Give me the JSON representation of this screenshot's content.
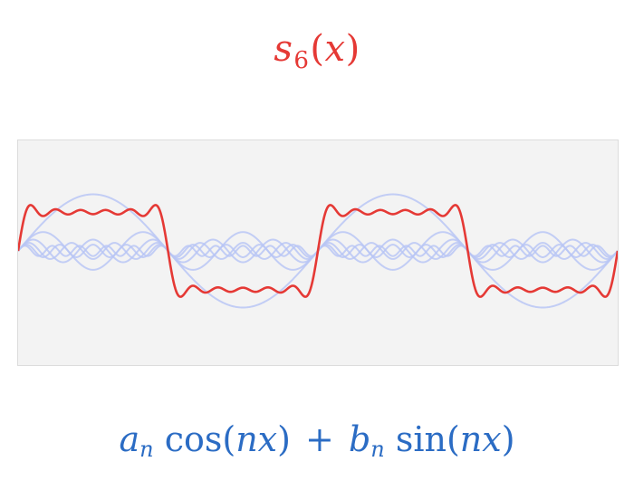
{
  "top_label": {
    "var": "s",
    "sub": "6",
    "open": "(",
    "arg": "x",
    "close": ")"
  },
  "bottom_label": {
    "a": "a",
    "a_sub": "n",
    "cos": "cos(",
    "n1": "nx",
    "close1": ")",
    "plus": "+",
    "b": "b",
    "b_sub": "n",
    "sin": "sin(",
    "n2": "nx",
    "close2": ")"
  },
  "chart_data": {
    "type": "line",
    "partial_sum_order": 6,
    "periods_shown": 2,
    "harmonic_indices": [
      1,
      3,
      5,
      7,
      9,
      11
    ],
    "harmonic_amplitudes": [
      1.0,
      0.3333,
      0.2,
      0.1429,
      0.1111,
      0.0909
    ],
    "colors": {
      "partial_sum": "#e53935",
      "harmonics": "#b8c6f5",
      "background": "#f3f3f3"
    }
  }
}
